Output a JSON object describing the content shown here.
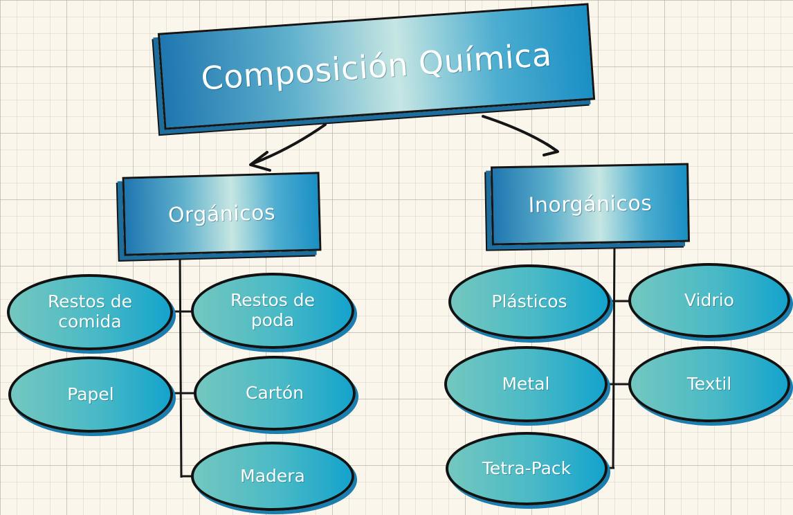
{
  "title": "Composición Química",
  "branches": {
    "organic": {
      "label": "Orgánicos",
      "items": [
        "Restos de\ncomida",
        "Restos de\npoda",
        "Papel",
        "Cartón",
        "Madera"
      ]
    },
    "inorganic": {
      "label": "Inorgánicos",
      "items": [
        "Plásticos",
        "Vidrio",
        "Metal",
        "Textil",
        "Tetra-Pack"
      ]
    }
  },
  "colors": {
    "box_dark": "#1f77b0",
    "box_light": "#c6e6e2",
    "pill_start": "#74c7bf",
    "pill_end": "#14a3cc",
    "outline": "#121212",
    "paper": "#fbf6ec"
  }
}
